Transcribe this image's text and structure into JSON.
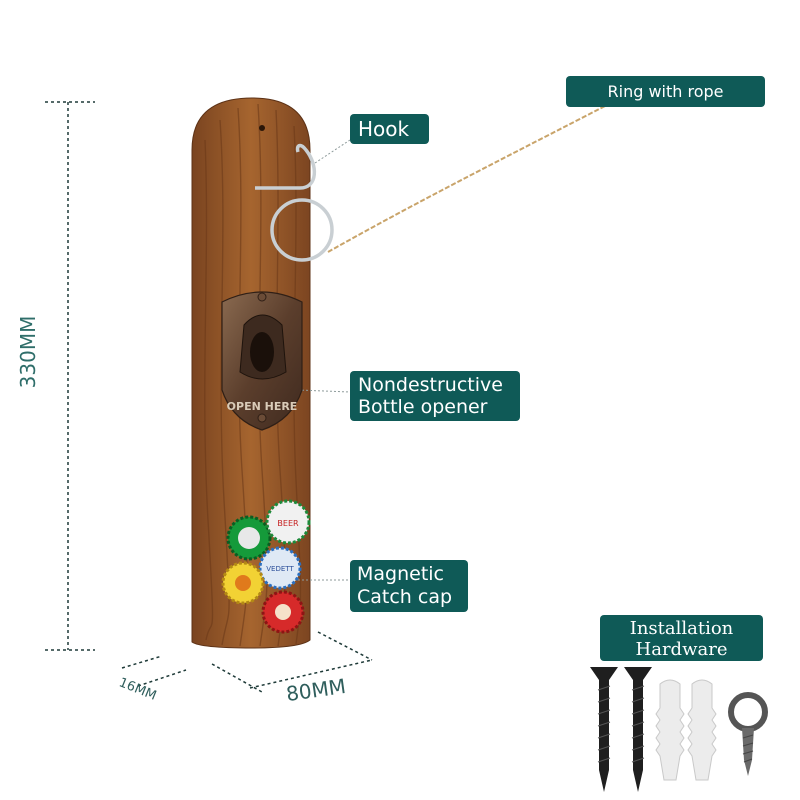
{
  "labels": {
    "hook": "Hook",
    "ring": "Ring with rope",
    "opener_line1": "Nondestructive",
    "opener_line2": "Bottle opener",
    "catch_line1": "Magnetic",
    "catch_line2": "Catch cap",
    "hardware_line1": "Installation",
    "hardware_line2": "Hardware"
  },
  "dimensions": {
    "height": "330MM",
    "width": "80MM",
    "depth": "16MM"
  },
  "opener_text": "OPEN HERE",
  "cap_texts": {
    "cap2": "BEER",
    "cap4": "VEDETT"
  },
  "colors": {
    "tag_bg": "#0f5a57",
    "wood": "#9a5a2c",
    "wood_dark": "#6e3a17",
    "rope": "#c9a46a"
  }
}
